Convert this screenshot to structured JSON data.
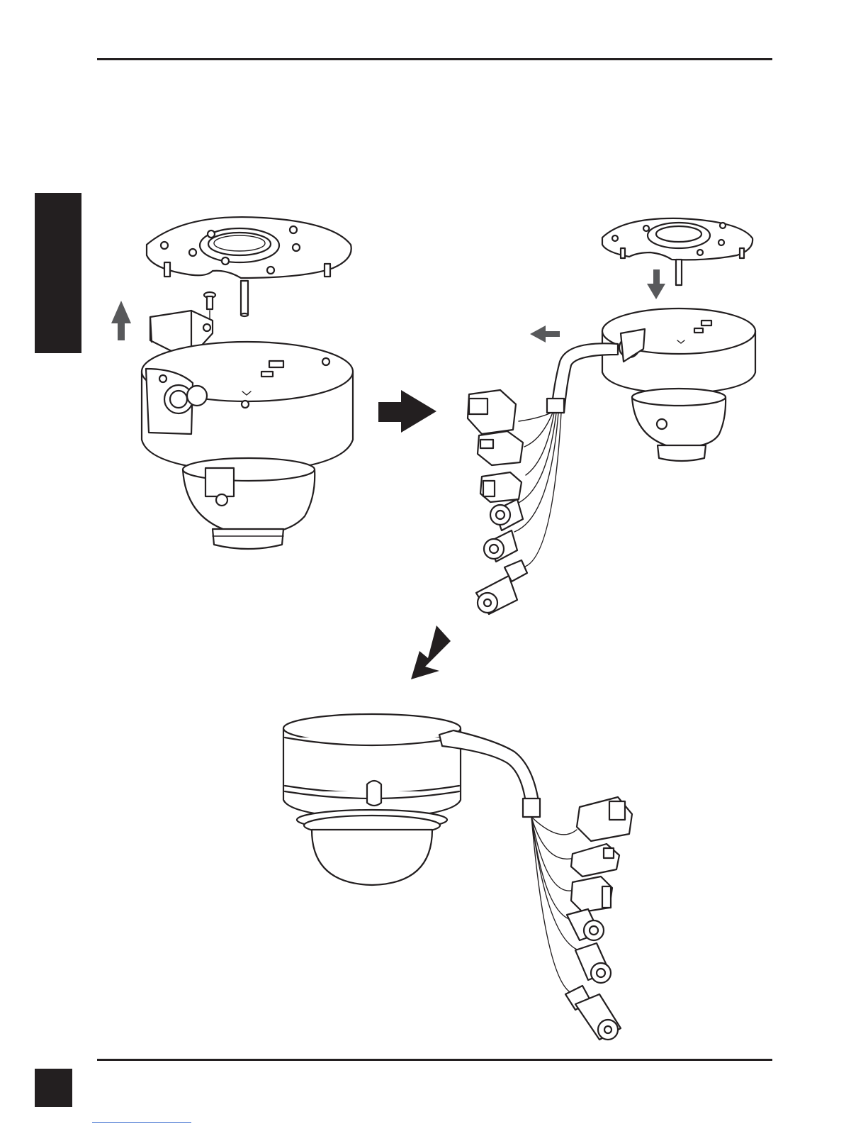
{
  "page": {
    "header_rule": "top-rule",
    "footer_rule": "bottom-rule",
    "side_tab": {
      "text": ""
    },
    "page_number_box": {
      "text": ""
    }
  },
  "colors": {
    "ink": "#231f20",
    "arrow_dark": "#231f20",
    "arrow_gray": "#58595b",
    "paper": "#ffffff"
  },
  "figures": [
    {
      "name": "step-1-remove-cable-cover",
      "arrow": "up-arrow"
    },
    {
      "name": "step-2-route-cable-attach-plate",
      "arrows": [
        "down-arrow",
        "left-arrow"
      ]
    },
    {
      "name": "step-3-assembled-camera-with-cable"
    }
  ],
  "transition_arrows": [
    "right-step-arrow",
    "down-left-step-arrow"
  ]
}
